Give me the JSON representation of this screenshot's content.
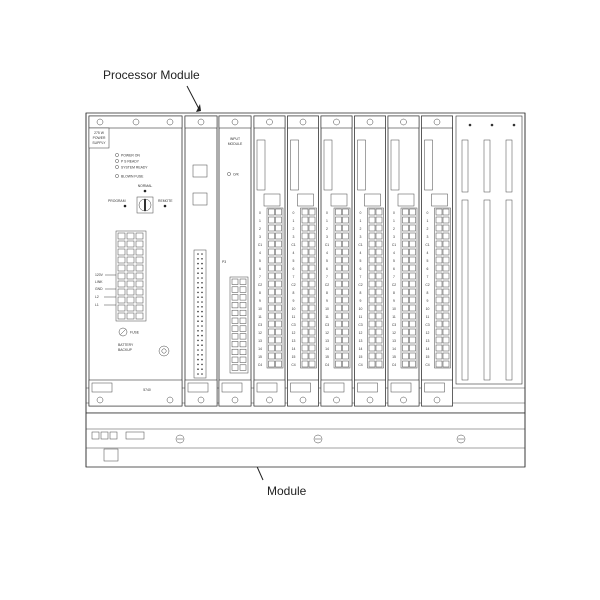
{
  "callouts": {
    "processor_module": "Processor Module",
    "module": "Module"
  },
  "power_supply": {
    "title_lines": [
      "275 W",
      "POWER",
      "SUPPLY"
    ],
    "leds": [
      "POWER ON",
      "P S READY",
      "SYSTEM READY"
    ],
    "blown_fuse": "BLOWN FUSE",
    "keyswitch_normal": "NORMAL",
    "keyswitch_program": "PROGRAM",
    "keyswitch_remote": "REMOTE",
    "terminal_labels": [
      "120V",
      "LINK",
      "GND",
      "L2",
      "L1"
    ],
    "fuse": "FUSE",
    "battery_lines": [
      "BATTERY",
      "BACKUP"
    ],
    "part_number": "5740"
  },
  "input_module": {
    "title_lines": [
      "INPUT",
      "MODULE"
    ],
    "led": "O/K",
    "connector": "P3"
  },
  "channel_labels": [
    "0",
    "1",
    "2",
    "3",
    "C1",
    "4",
    "5",
    "6",
    "7",
    "C2",
    "8",
    "9",
    "10",
    "11",
    "C3",
    "12",
    "13",
    "14",
    "15",
    "C4"
  ],
  "io_module_count": 6,
  "blank_slot_count": 3
}
